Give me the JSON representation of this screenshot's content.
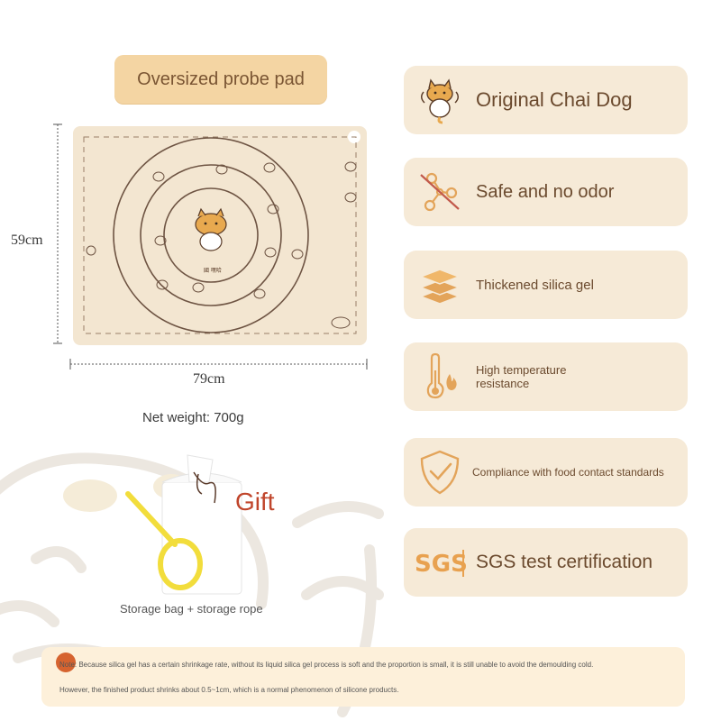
{
  "product": {
    "title": "Oversized probe pad",
    "height_label": "59cm",
    "width_label": "79cm",
    "net_weight": "Net weight: 700g",
    "gift_label": "Gift",
    "gift_caption": "Storage bag + storage rope",
    "mat_logo_text": "國 嘿哈"
  },
  "features": [
    {
      "label": "Original Chai Dog",
      "icon": "shiba-dog-icon"
    },
    {
      "label": "Safe and no odor",
      "icon": "no-chemical-molecule-icon"
    },
    {
      "label": "Thickened silica gel",
      "icon": "layers-icon"
    },
    {
      "label": "High temperature resistance",
      "icon": "thermometer-flame-icon"
    },
    {
      "label": "Compliance with food contact standards",
      "icon": "shield-check-icon"
    },
    {
      "label": "SGS test certification",
      "icon": "sgs-logo",
      "logo_text": "SGS"
    }
  ],
  "note": {
    "line1": "Note: Because silica gel has a certain shrinkage rate, without its liquid silica gel process is soft and the proportion is small, it is still unable to avoid the demoulding cold.",
    "line2": "However, the finished product shrinks about 0.5~1cm, which is a normal phenomenon of silicone products."
  },
  "colors": {
    "pill": "#f4d5a3",
    "card": "#f6ead7",
    "text_brown": "#6b4a2e",
    "gift_red": "#c0452b",
    "icon_orange": "#e3a45a"
  }
}
